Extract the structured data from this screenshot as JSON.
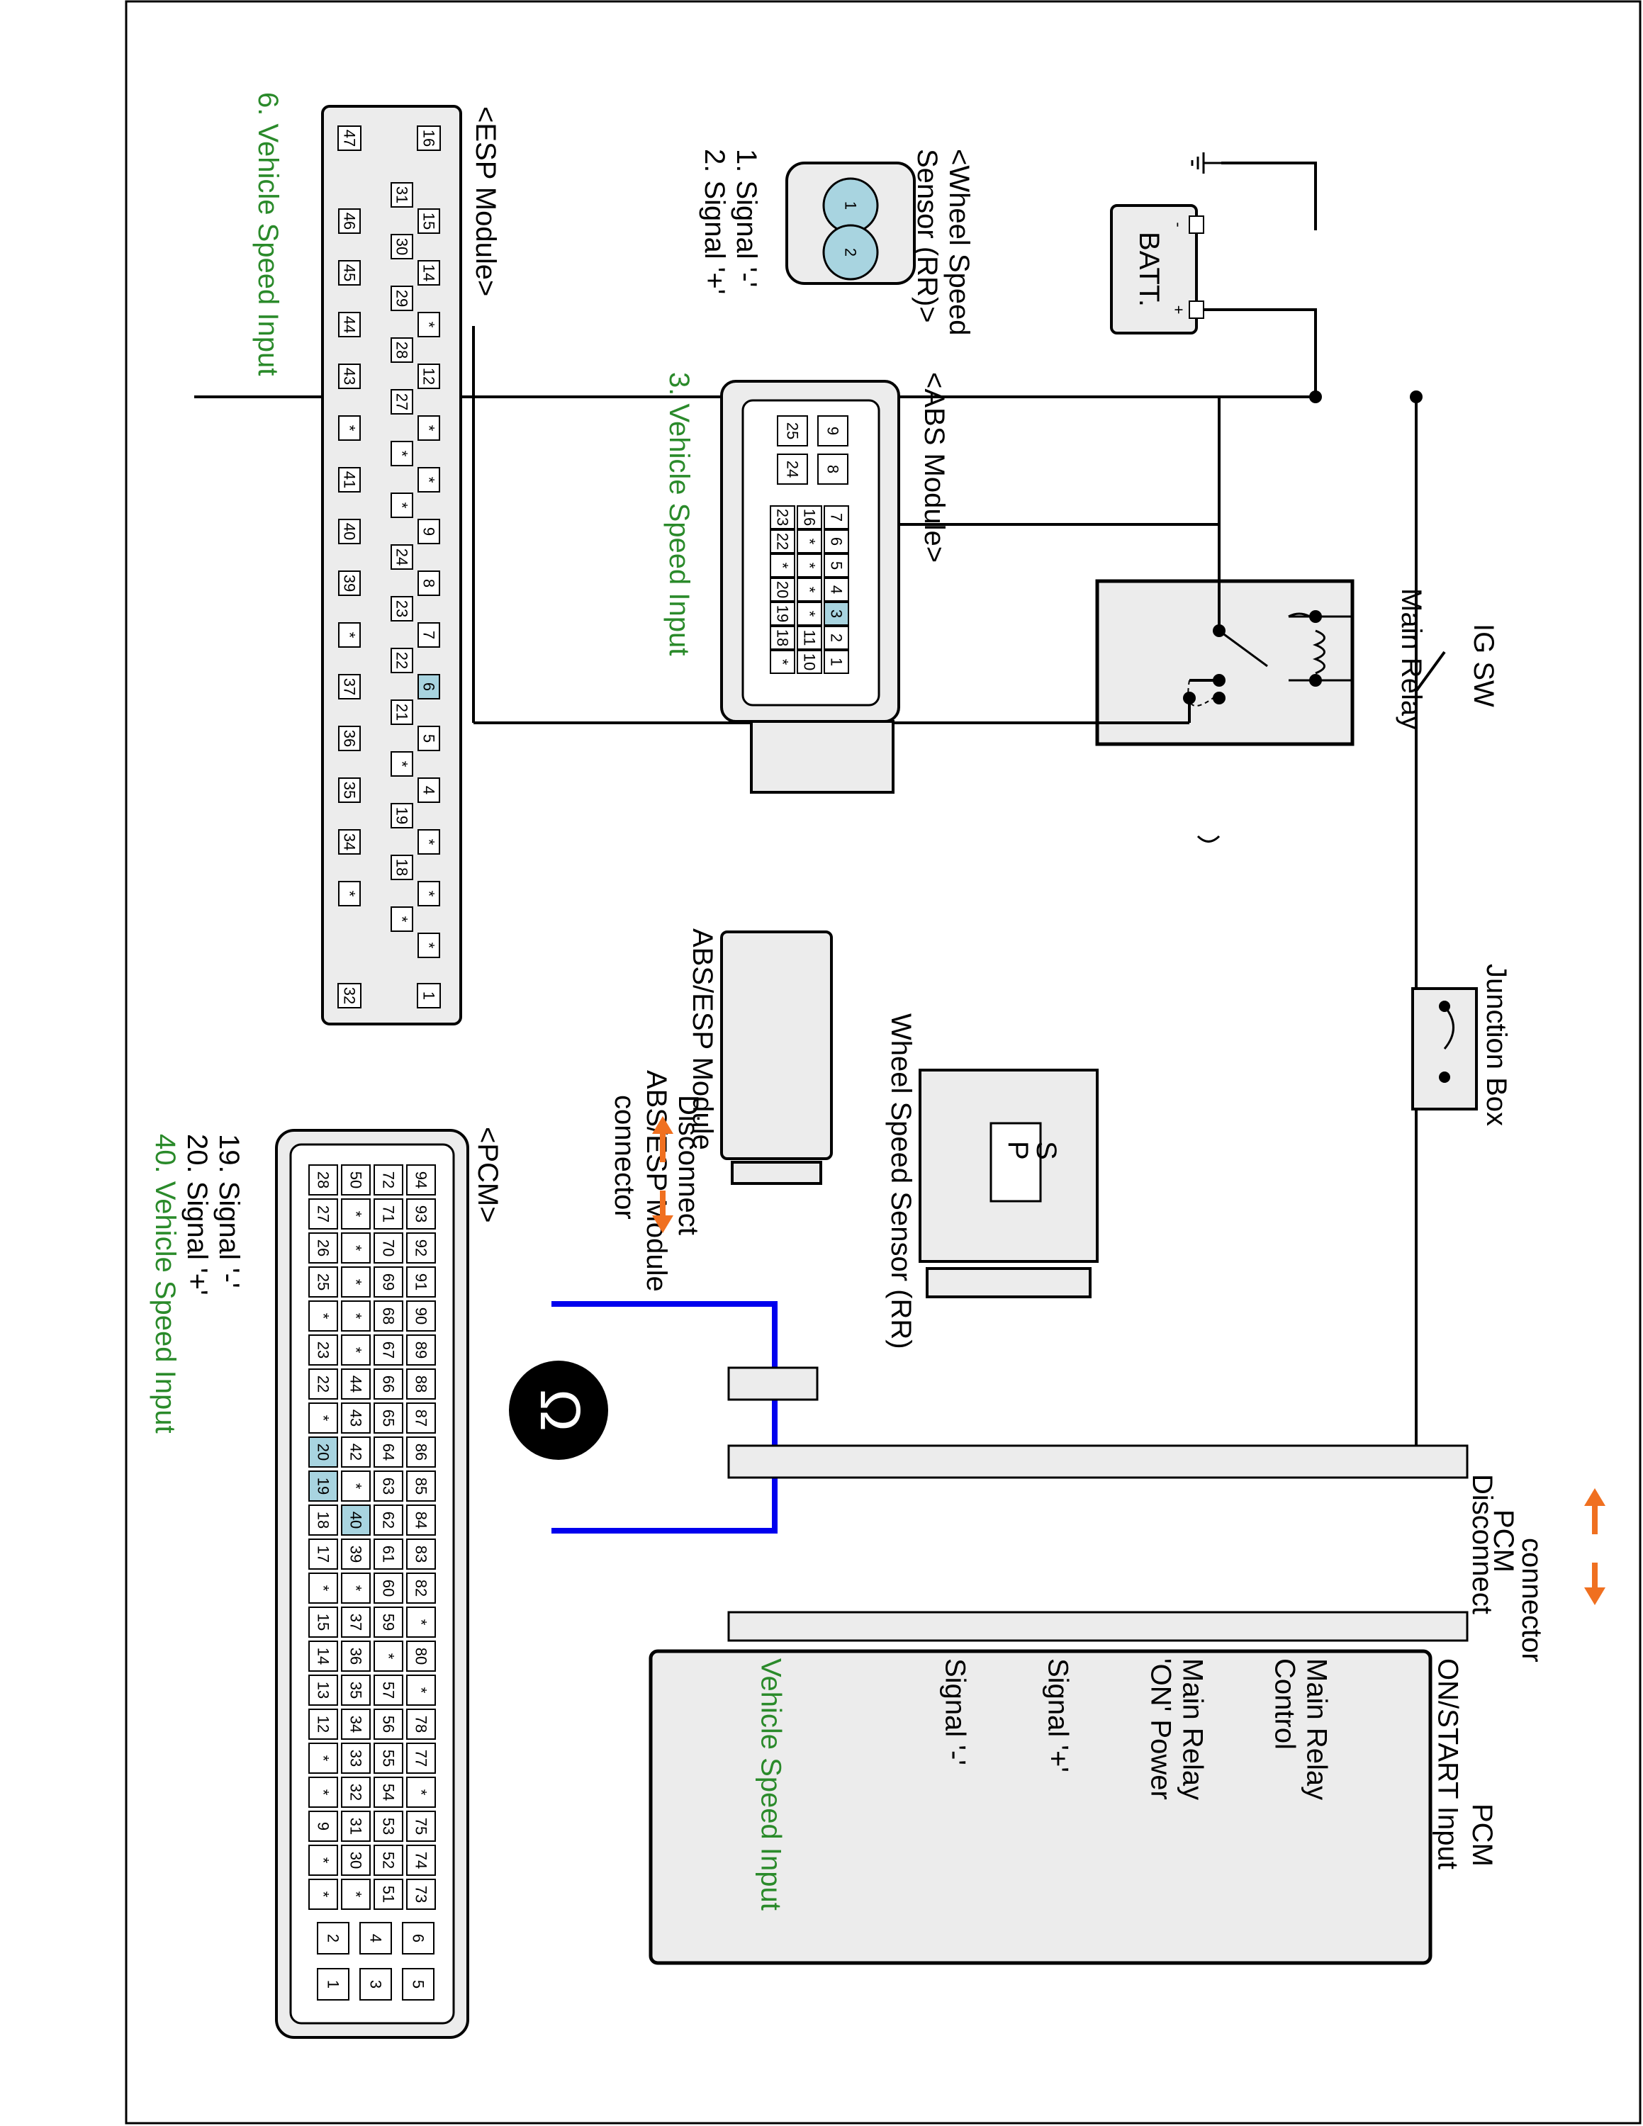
{
  "power": {
    "battery_label": "BATT.",
    "minus_sign": "-",
    "plus_sign": "+",
    "ig_sw_label": "IG SW",
    "main_relay_label": "Main Relay",
    "junction_box_label": "Junction Box"
  },
  "sensor": {
    "title": "Wheel Speed Sensor (RR)",
    "p_label": "P",
    "s_label": "S"
  },
  "abs_esp_module": {
    "title": "ABS/ESP Module",
    "disconnect_label_lines": [
      "Disconnect",
      "ABS/ESP Module",
      "connector"
    ]
  },
  "pcm_disconnect": {
    "label_lines": [
      "Disconnect",
      "PCM",
      "connector"
    ]
  },
  "ohmmeter": {
    "symbol": "Ω"
  },
  "pcm": {
    "title": "PCM",
    "pins": [
      {
        "label_lines": [
          "ON/START Input"
        ],
        "color": "#000000"
      },
      {
        "label_lines": [
          "Main Relay",
          "Control"
        ],
        "color": "#000000"
      },
      {
        "label_lines": [
          "Main Relay",
          "'ON' Power"
        ],
        "color": "#000000"
      },
      {
        "label_lines": [
          "Signal '+'"
        ],
        "color": "#000000"
      },
      {
        "label_lines": [
          "Signal '-'"
        ],
        "color": "#000000"
      },
      {
        "label_lines": [
          "Vehicle Speed Input"
        ],
        "color": "#2a8a2a"
      }
    ]
  },
  "wheel_speed_connector": {
    "title_lines": [
      "<Wheel Speed",
      "Sensor (RR)>"
    ],
    "pin_notes": [
      "1. Signal '-'",
      "2. Signal '+'"
    ],
    "pins": [
      "1",
      "2"
    ]
  },
  "abs_connector": {
    "title": "<ABS Module>",
    "note": "3. Vehicle Speed Input",
    "upper_pins": [
      "9",
      "8",
      "25",
      "24"
    ],
    "row_a": [
      "7",
      "6",
      "5",
      "4",
      "3",
      "2",
      "1"
    ],
    "row_b": [
      "16",
      "*",
      "*",
      "*",
      "*",
      "11",
      "10"
    ],
    "row_c": [
      "23",
      "22",
      "*",
      "20",
      "19",
      "18",
      "*"
    ],
    "highlight_pin": "3"
  },
  "esp_connector": {
    "title": "<ESP Module>",
    "note": "6. Vehicle Speed Input",
    "end_pins": [
      "16",
      "47",
      "1",
      "32"
    ],
    "row_a": [
      "15",
      "14",
      "*",
      "12",
      "*",
      "*",
      "9",
      "8",
      "7",
      "6",
      "5",
      "4",
      "*",
      "*",
      "*"
    ],
    "row_b": [
      "31",
      "30",
      "29",
      "28",
      "27",
      "*",
      "*",
      "24",
      "23",
      "22",
      "21",
      "*",
      "19",
      "18",
      "*"
    ],
    "row_c": [
      "46",
      "45",
      "44",
      "43",
      "*",
      "41",
      "40",
      "39",
      "*",
      "37",
      "36",
      "35",
      "34",
      "*"
    ],
    "highlight_pin": "6"
  },
  "pcm_connector": {
    "title": "<PCM>",
    "notes": [
      "19. Signal '-'",
      "20. Signal '+'"
    ],
    "note_green": "40. Vehicle Speed Input",
    "row_a": [
      "94",
      "93",
      "92",
      "91",
      "90",
      "89",
      "88",
      "87",
      "86",
      "85",
      "84",
      "83",
      "82",
      "*",
      "80",
      "*",
      "78",
      "77",
      "*",
      "75",
      "74",
      "73"
    ],
    "row_b": [
      "72",
      "71",
      "70",
      "69",
      "68",
      "67",
      "66",
      "65",
      "64",
      "63",
      "62",
      "61",
      "60",
      "59",
      "*",
      "57",
      "56",
      "55",
      "54",
      "53",
      "52",
      "51"
    ],
    "row_c": [
      "50",
      "*",
      "*",
      "*",
      "*",
      "*",
      "44",
      "43",
      "42",
      "*",
      "40",
      "39",
      "*",
      "37",
      "36",
      "35",
      "34",
      "33",
      "32",
      "31",
      "30",
      "*"
    ],
    "row_d": [
      "28",
      "27",
      "26",
      "25",
      "*",
      "23",
      "22",
      "*",
      "20",
      "19",
      "18",
      "17",
      "*",
      "15",
      "14",
      "13",
      "12",
      "*",
      "*",
      "9",
      "*",
      "*"
    ],
    "small_pins_top": [
      "6",
      "4",
      "2"
    ],
    "small_pins_bottom": [
      "5",
      "3",
      "1"
    ],
    "highlight_pins": [
      "40",
      "20",
      "19"
    ]
  }
}
